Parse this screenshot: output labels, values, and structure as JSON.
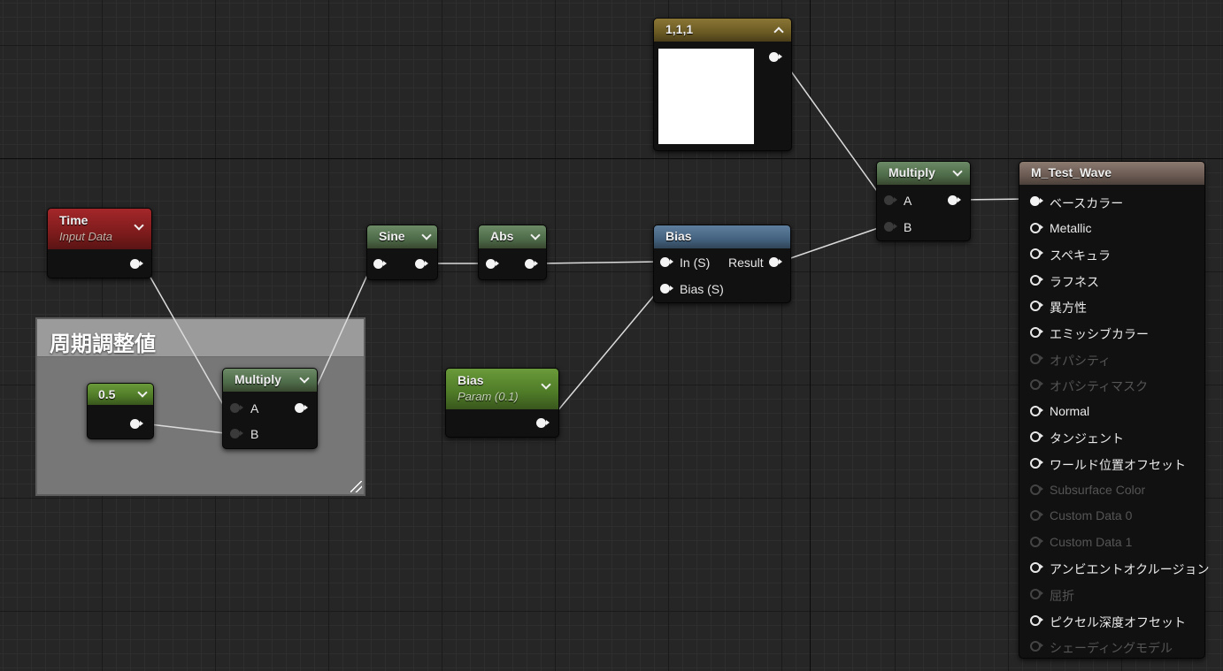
{
  "nodes": {
    "time": {
      "title": "Time",
      "subtitle": "Input Data"
    },
    "sine": {
      "title": "Sine"
    },
    "abs": {
      "title": "Abs"
    },
    "bias_node": {
      "title": "Bias",
      "in_label": "In (S)",
      "result_label": "Result",
      "bias_label": "Bias (S)"
    },
    "bias_param": {
      "title": "Bias",
      "subtitle": "Param (0.1)"
    },
    "constant": {
      "value": "0.5"
    },
    "multiply_inner": {
      "title": "Multiply",
      "a": "A",
      "b": "B"
    },
    "color_constant": {
      "title": "1,1,1",
      "color": "#ffffff"
    },
    "multiply_outer": {
      "title": "Multiply",
      "a": "A",
      "b": "B"
    },
    "comment": {
      "title": "周期調整値"
    }
  },
  "material_result": {
    "title": "M_Test_Wave",
    "inputs": [
      {
        "label": "ベースカラー",
        "enabled": true,
        "connected": true
      },
      {
        "label": "Metallic",
        "enabled": true,
        "connected": false
      },
      {
        "label": "スペキュラ",
        "enabled": true,
        "connected": false
      },
      {
        "label": "ラフネス",
        "enabled": true,
        "connected": false
      },
      {
        "label": "異方性",
        "enabled": true,
        "connected": false
      },
      {
        "label": "エミッシブカラー",
        "enabled": true,
        "connected": false
      },
      {
        "label": "オパシティ",
        "enabled": false,
        "connected": false
      },
      {
        "label": "オパシティマスク",
        "enabled": false,
        "connected": false
      },
      {
        "label": "Normal",
        "enabled": true,
        "connected": false
      },
      {
        "label": "タンジェント",
        "enabled": true,
        "connected": false
      },
      {
        "label": "ワールド位置オフセット",
        "enabled": true,
        "connected": false
      },
      {
        "label": "Subsurface Color",
        "enabled": false,
        "connected": false
      },
      {
        "label": "Custom Data 0",
        "enabled": false,
        "connected": false
      },
      {
        "label": "Custom Data 1",
        "enabled": false,
        "connected": false
      },
      {
        "label": "アンビエントオクルージョン",
        "enabled": true,
        "connected": false
      },
      {
        "label": "屈折",
        "enabled": false,
        "connected": false
      },
      {
        "label": "ピクセル深度オフセット",
        "enabled": true,
        "connected": false
      },
      {
        "label": "シェーディングモデル",
        "enabled": false,
        "connected": false
      }
    ]
  }
}
